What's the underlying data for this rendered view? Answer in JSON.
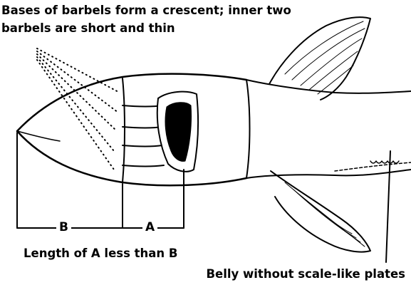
{
  "captions": {
    "top_line1": "Bases of barbels form a crescent; inner two",
    "top_line2": "barbels are short and thin",
    "length_note": "Length of A less than B",
    "belly_note": "Belly without scale-like plates"
  },
  "markers": {
    "b": "B",
    "a": "A"
  },
  "colors": {
    "ink": "#000000",
    "paper": "#ffffff"
  }
}
